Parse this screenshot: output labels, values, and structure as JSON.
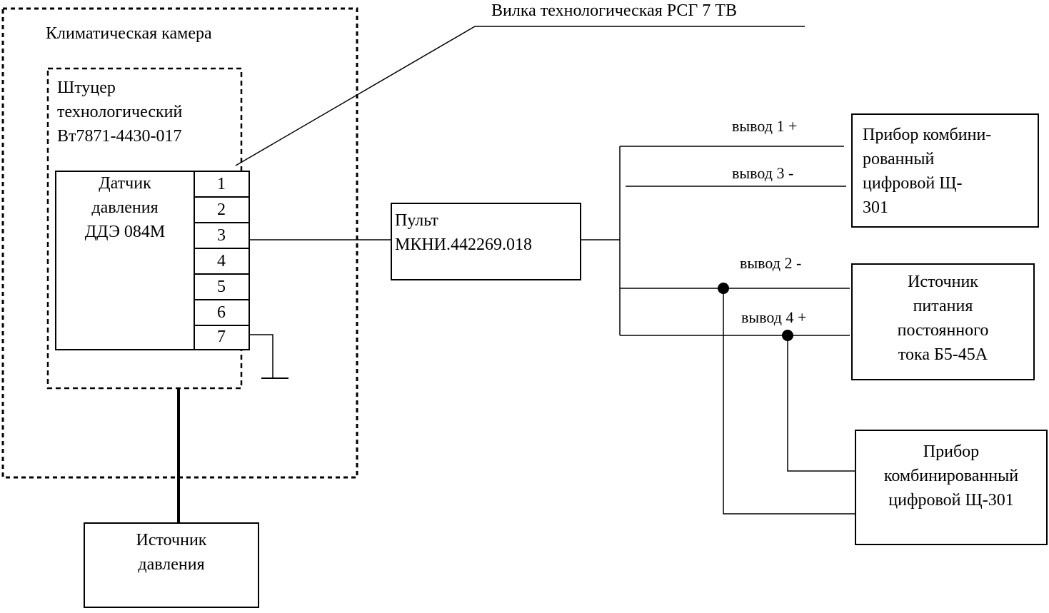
{
  "climate_chamber": {
    "label": "Климатическая камера"
  },
  "fitting": {
    "lines": [
      "Штуцер",
      "технологический",
      "Вт7871-4430-017"
    ]
  },
  "plug": {
    "label": "Вилка технологическая РСГ 7 ТВ"
  },
  "sensor": {
    "lines": [
      "Датчик",
      "давления",
      "ДДЭ 084М"
    ]
  },
  "pins": [
    "1",
    "2",
    "3",
    "4",
    "5",
    "6",
    "7"
  ],
  "console": {
    "lines": [
      "Пульт",
      "МКНИ.442269.018"
    ]
  },
  "meter_top": {
    "lines": [
      "Прибор комбини-",
      "рованный",
      "цифровой   Щ-",
      "301"
    ]
  },
  "power_supply": {
    "lines": [
      "Источник",
      "питания",
      "постоянного",
      "тока Б5-45А"
    ]
  },
  "meter_bottom": {
    "lines": [
      "Прибор",
      "комбинированный",
      "цифровой Щ-301"
    ]
  },
  "pressure_source": {
    "lines": [
      "Источник",
      "давления"
    ]
  },
  "outputs": {
    "out1": "вывод 1 +",
    "out3": "вывод 3   -",
    "out2": "вывод 2   -",
    "out4": "вывод 4  +"
  }
}
